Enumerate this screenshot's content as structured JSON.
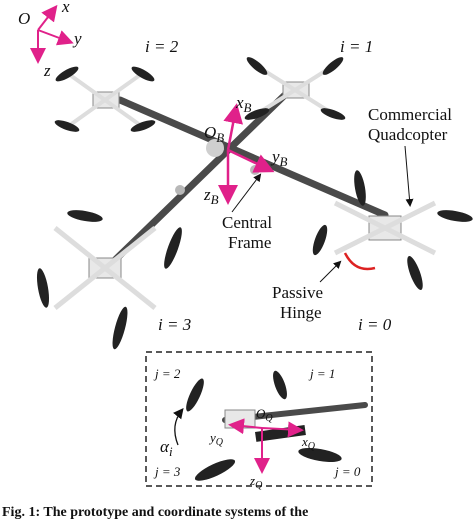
{
  "frame": {
    "origin": "O",
    "x": "x",
    "y": "y",
    "z": "z"
  },
  "agents": {
    "i2": "i = 2",
    "i1": "i = 1",
    "i3": "i = 3",
    "i0": "i = 0"
  },
  "body_frame": {
    "origin": "O",
    "origin_sub": "B",
    "x": "x",
    "x_sub": "B",
    "y": "y",
    "y_sub": "B",
    "z": "z",
    "z_sub": "B"
  },
  "annotations": {
    "commercial_line1": "Commercial",
    "commercial_line2": "Quadcopter",
    "central_line1": "Central",
    "central_line2": "Frame",
    "passive_line1": "Passive",
    "passive_line2": "Hinge"
  },
  "inset": {
    "j2": "j = 2",
    "j1": "j = 1",
    "j3": "j = 3",
    "j0": "j = 0",
    "alpha": "α",
    "alpha_sub": "i",
    "oq": "O",
    "oq_sub": "Q",
    "yq": "y",
    "yq_sub": "Q",
    "xq": "x",
    "xq_sub": "Q",
    "zq": "z",
    "zq_sub": "Q"
  },
  "caption": "Fig. 1: The prototype and coordinate systems of the",
  "colors": {
    "accent": "#e0218a",
    "rod": "#555555",
    "frame_box": "#222222"
  }
}
